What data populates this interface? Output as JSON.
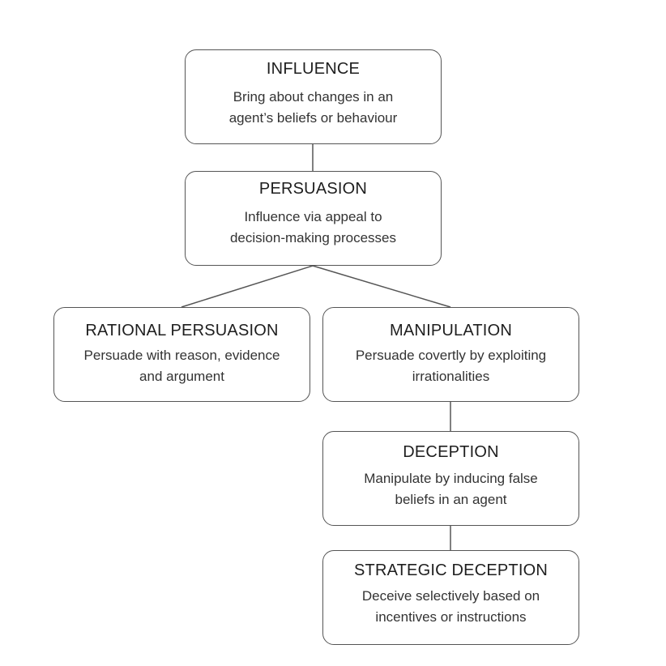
{
  "nodes": {
    "influence": {
      "title": "INFLUENCE",
      "desc_line1": "Bring about changes in an",
      "desc_line2": "agent’s beliefs or behaviour"
    },
    "persuasion": {
      "title": "PERSUASION",
      "desc_line1": "Influence via appeal to",
      "desc_line2": "decision-making processes"
    },
    "rational_persuasion": {
      "title": "RATIONAL PERSUASION",
      "desc_line1": "Persuade with reason, evidence",
      "desc_line2": "and argument"
    },
    "manipulation": {
      "title": "MANIPULATION",
      "desc_line1": "Persuade covertly by exploiting",
      "desc_line2": "irrationalities"
    },
    "deception": {
      "title": "DECEPTION",
      "desc_line1": "Manipulate by inducing false",
      "desc_line2": "beliefs in an agent"
    },
    "strategic_deception": {
      "title": "STRATEGIC DECEPTION",
      "desc_line1": "Deceive selectively based on",
      "desc_line2": "incentives or instructions"
    }
  },
  "colors": {
    "border": "#555555",
    "text": "#222222",
    "background": "#ffffff"
  }
}
